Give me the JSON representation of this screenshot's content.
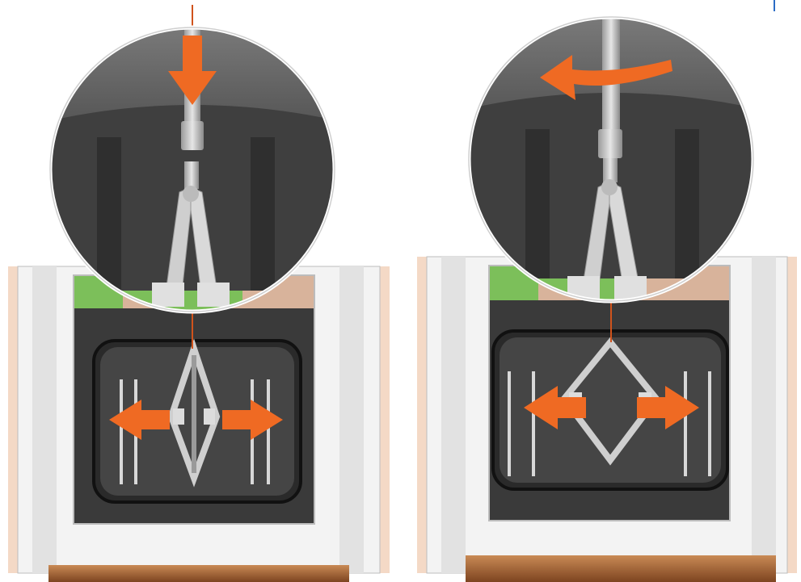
{
  "panels": [
    {
      "step": "push-down",
      "arrows": [
        "down-arrow",
        "left-arrow",
        "right-arrow"
      ]
    },
    {
      "step": "rotate",
      "arrows": [
        "curved-left-arrow",
        "left-arrow",
        "right-arrow"
      ]
    }
  ],
  "colors": {
    "arrow": "#ef6a23",
    "leader": "#d0531c",
    "bg-dark": "#3b3b3b",
    "frame": "#f0f0f0",
    "wood": "#9b5b2a",
    "jack": "#c9c9c9"
  },
  "icons": [
    "arrow-down-icon",
    "arrow-left-icon",
    "arrow-right-icon",
    "arrow-curved-left-icon"
  ]
}
